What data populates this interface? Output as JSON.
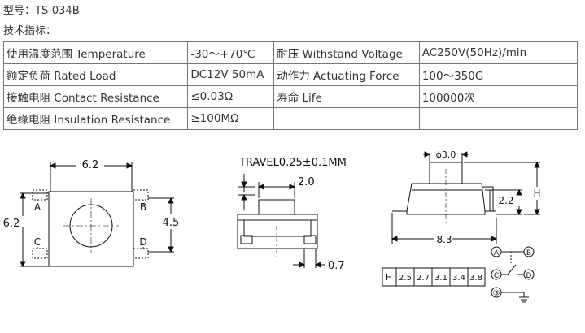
{
  "model_line": "型号：TS-034B",
  "tech_title": "技术指标：",
  "specs": [
    [
      "使用温度范围 Temperature",
      "-30～+70℃",
      "耐压 Withstand Voltage",
      "AC250V(50Hz)/min"
    ],
    [
      "额定负荷 Rated Load",
      "DC12V 50mA",
      "动作力 Actuating Force",
      "100～350G"
    ],
    [
      "接触电阻 Contact Resistance",
      "≤0.03Ω",
      "寿命 Life",
      "100000次"
    ],
    [
      "绝缘电阻 Insulation Resistance",
      "≥100MΩ",
      "",
      ""
    ]
  ],
  "drawing": {
    "top_view": {
      "width": "6.2",
      "height": "6.2",
      "pad_span": "4.5",
      "pads": [
        "A",
        "B",
        "C",
        "D"
      ]
    },
    "side_view": {
      "travel": "TRAVEL0.25±0.1MM",
      "plunger_width": "2.0",
      "lead_width": "0.7"
    },
    "end_view": {
      "diameter": "ϕ3.0",
      "body_height": "2.2",
      "total_height_label": "H",
      "length": "8.3"
    },
    "height_table": {
      "label": "H",
      "options": [
        "2.5",
        "2.7",
        "3.1",
        "3.4",
        "3.8"
      ]
    },
    "schematic": {
      "terminals": [
        "A",
        "B",
        "C",
        "D",
        "③"
      ]
    }
  }
}
